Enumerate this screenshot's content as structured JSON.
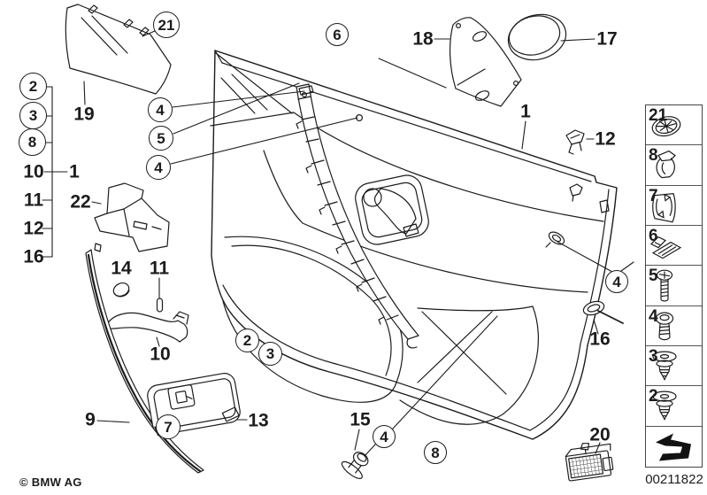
{
  "colors": {
    "line": "#1c1c1c",
    "background": "#ffffff",
    "legend_border": "#555555"
  },
  "drawing": {
    "balloons": [
      {
        "label": "21"
      },
      {
        "label": "6"
      },
      {
        "label": "4"
      },
      {
        "label": "5"
      },
      {
        "label": "4"
      },
      {
        "label": "2"
      },
      {
        "label": "3"
      },
      {
        "label": "8"
      },
      {
        "label": "2"
      },
      {
        "label": "3"
      },
      {
        "label": "7"
      },
      {
        "label": "4"
      },
      {
        "label": "8"
      },
      {
        "label": "4"
      }
    ],
    "labels": [
      "19",
      "18",
      "17",
      "1",
      "12",
      "10",
      "1",
      "11",
      "12",
      "16",
      "22",
      "14",
      "11",
      "10",
      "9",
      "13",
      "15",
      "16",
      "20"
    ]
  },
  "legend": {
    "items": [
      {
        "label": "21",
        "icon": "speed-nut"
      },
      {
        "label": "8",
        "icon": "spring-clip"
      },
      {
        "label": "7",
        "icon": "sheet-metal-clip"
      },
      {
        "label": "6",
        "icon": "flat-clip"
      },
      {
        "label": "5",
        "icon": "long-screw"
      },
      {
        "label": "4",
        "icon": "short-screw"
      },
      {
        "label": "3",
        "icon": "expansion-rivet"
      },
      {
        "label": "2",
        "icon": "expansion-rivet"
      },
      {
        "label": "",
        "icon": "hint-arrow"
      }
    ]
  },
  "footer": {
    "copyright": "© BMW AG",
    "part_number": "00211822"
  }
}
